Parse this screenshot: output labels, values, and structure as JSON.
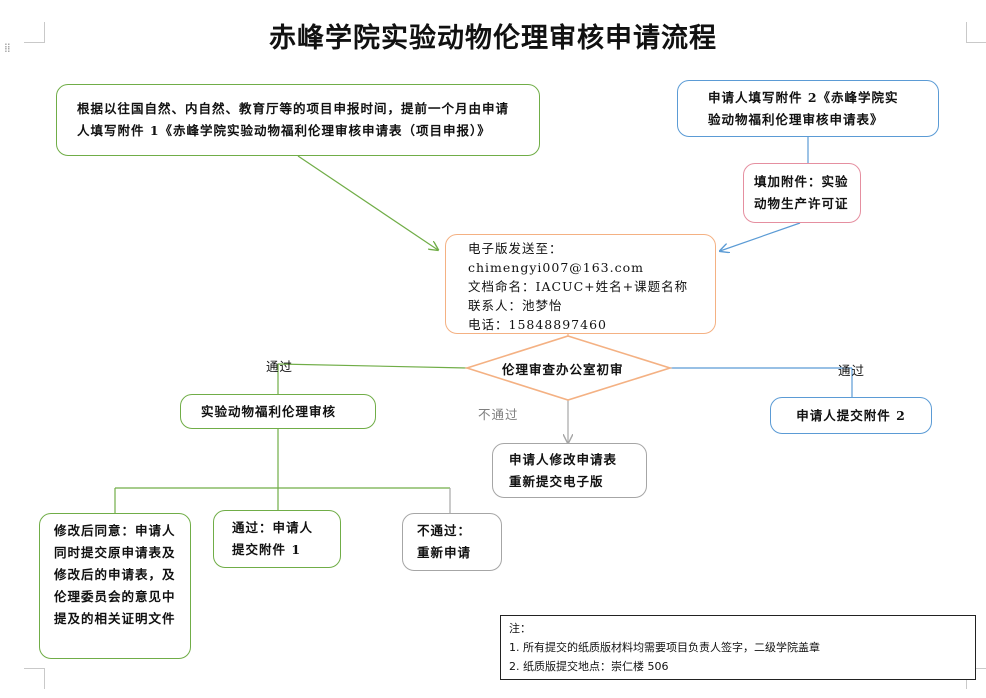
{
  "title": "赤峰学院实验动物伦理审核申请流程",
  "steps": {
    "project_apply": "根据以往国自然、内自然、教育厅等的项目申报时间，提前一个月由申请人填写附件 1《赤峰学院实验动物福利伦理审核申请表（项目申报）》",
    "attach2_apply": "申请人填写附件 2《赤峰学院实验动物福利伦理审核申请表》",
    "add_license": "填加附件：实验动物生产许可证",
    "email_send": {
      "line1": "电子版发送至：",
      "line2": "chimengyi007@163.com",
      "line3": "文档命名：IACUC+姓名+课题名称",
      "line4": "联系人：池梦怡",
      "line5": "电话：15848897460"
    },
    "initial_review": "伦理审查办公室初审",
    "welfare_review": "实验动物福利伦理审核",
    "submit_attach2": "申请人提交附件 2",
    "revise_resubmit": "申请人修改申请表\n重新提交电子版",
    "revised_agree": "修改后同意：申请人同时提交原申请表及修改后的申请表，及伦理委员会的意见中提及的相关证明文件",
    "passed_submit1": "通过：申请人\n提交附件 1",
    "not_passed_reapply": "不通过：\n重新申请"
  },
  "edge_labels": {
    "pass_left": "通过",
    "pass_right": "通过",
    "not_pass": "不通过"
  },
  "note": {
    "heading": "注：",
    "items": [
      "1.  所有提交的纸质版材料均需要项目负责人签字，二级学院盖章",
      "2.  纸质版提交地点：崇仁楼 506"
    ]
  },
  "colors": {
    "green": "#70ad47",
    "blue": "#5b9bd5",
    "pink": "#e58fa0",
    "peach": "#f4b183",
    "gray": "#a6a6a6"
  }
}
